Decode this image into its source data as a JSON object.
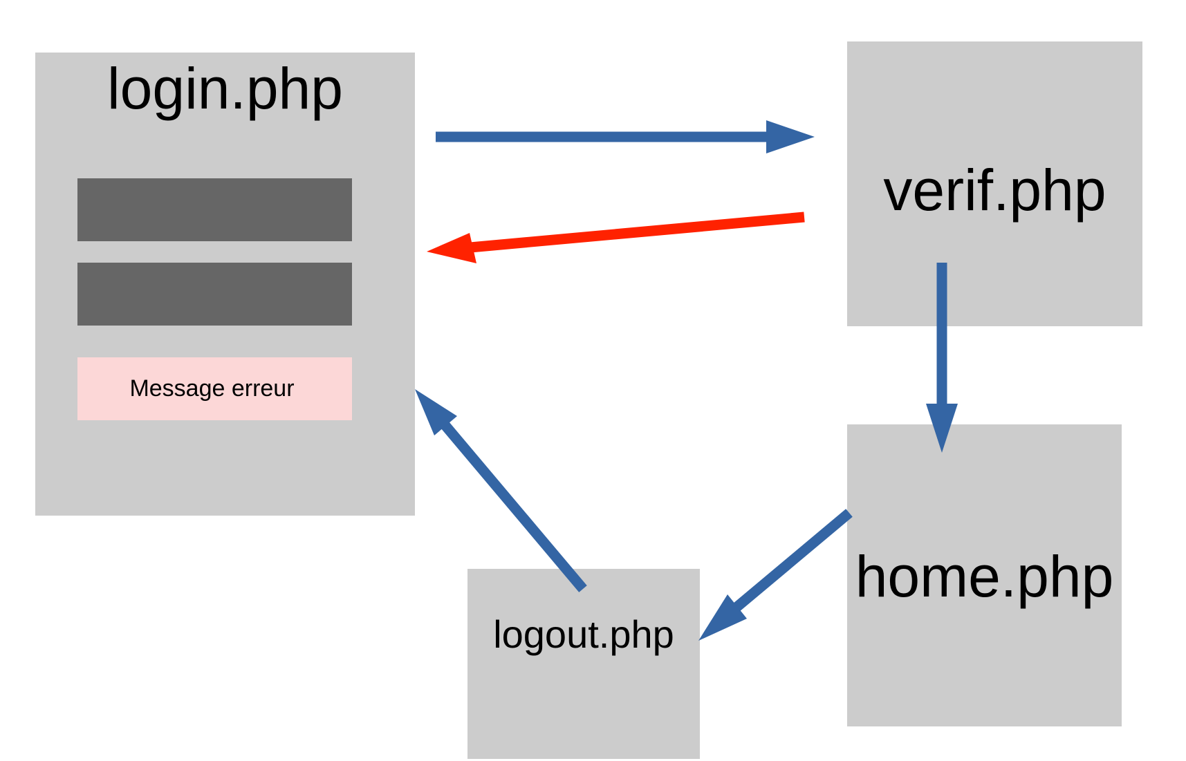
{
  "nodes": {
    "login": {
      "label": "login.php"
    },
    "verif": {
      "label": "verif.php"
    },
    "home": {
      "label": "home.php"
    },
    "logout": {
      "label": "logout.php"
    }
  },
  "login_form": {
    "error_message": "Message erreur"
  },
  "colors": {
    "node_fill": "#cccccc",
    "field_fill": "#666666",
    "error_fill": "#fcd7d7",
    "arrow_blue": "#3465a4",
    "arrow_red": "#ff2200"
  },
  "edges": [
    {
      "from": "login.php",
      "to": "verif.php",
      "color": "blue"
    },
    {
      "from": "verif.php",
      "to": "login.php",
      "color": "red"
    },
    {
      "from": "verif.php",
      "to": "home.php",
      "color": "blue"
    },
    {
      "from": "home.php",
      "to": "logout.php",
      "color": "blue"
    },
    {
      "from": "logout.php",
      "to": "login.php",
      "color": "blue"
    }
  ]
}
